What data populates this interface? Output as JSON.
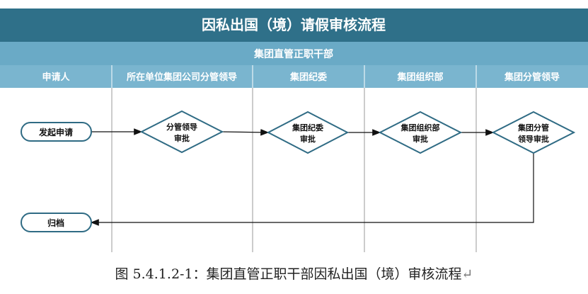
{
  "title": "因私出国（境）请假审核流程",
  "group": "集团直管正职干部",
  "lanes": [
    "申请人",
    "所在单位集团公司分管领导",
    "集团纪委",
    "集团组织部",
    "集团分管领导"
  ],
  "nodes": {
    "start": "发起申请",
    "step1_line1": "分管领导",
    "step1_line2": "审批",
    "step2_line1": "集团纪委",
    "step2_line2": "审批",
    "step3_line1": "集团组织部",
    "step3_line2": "审批",
    "step4_line1": "集团分管",
    "step4_line2": "领导审批",
    "end": "归档"
  },
  "caption": "图 5.4.1.2-1：集团直管正职干部因私出国（境）审核流程",
  "colors": {
    "title_bg": "#2f7089",
    "group_bg": "#6aaac6",
    "lane_bg": "#7ab5cf",
    "shape_stroke": "#2f6b84",
    "arrow": "#111111"
  }
}
